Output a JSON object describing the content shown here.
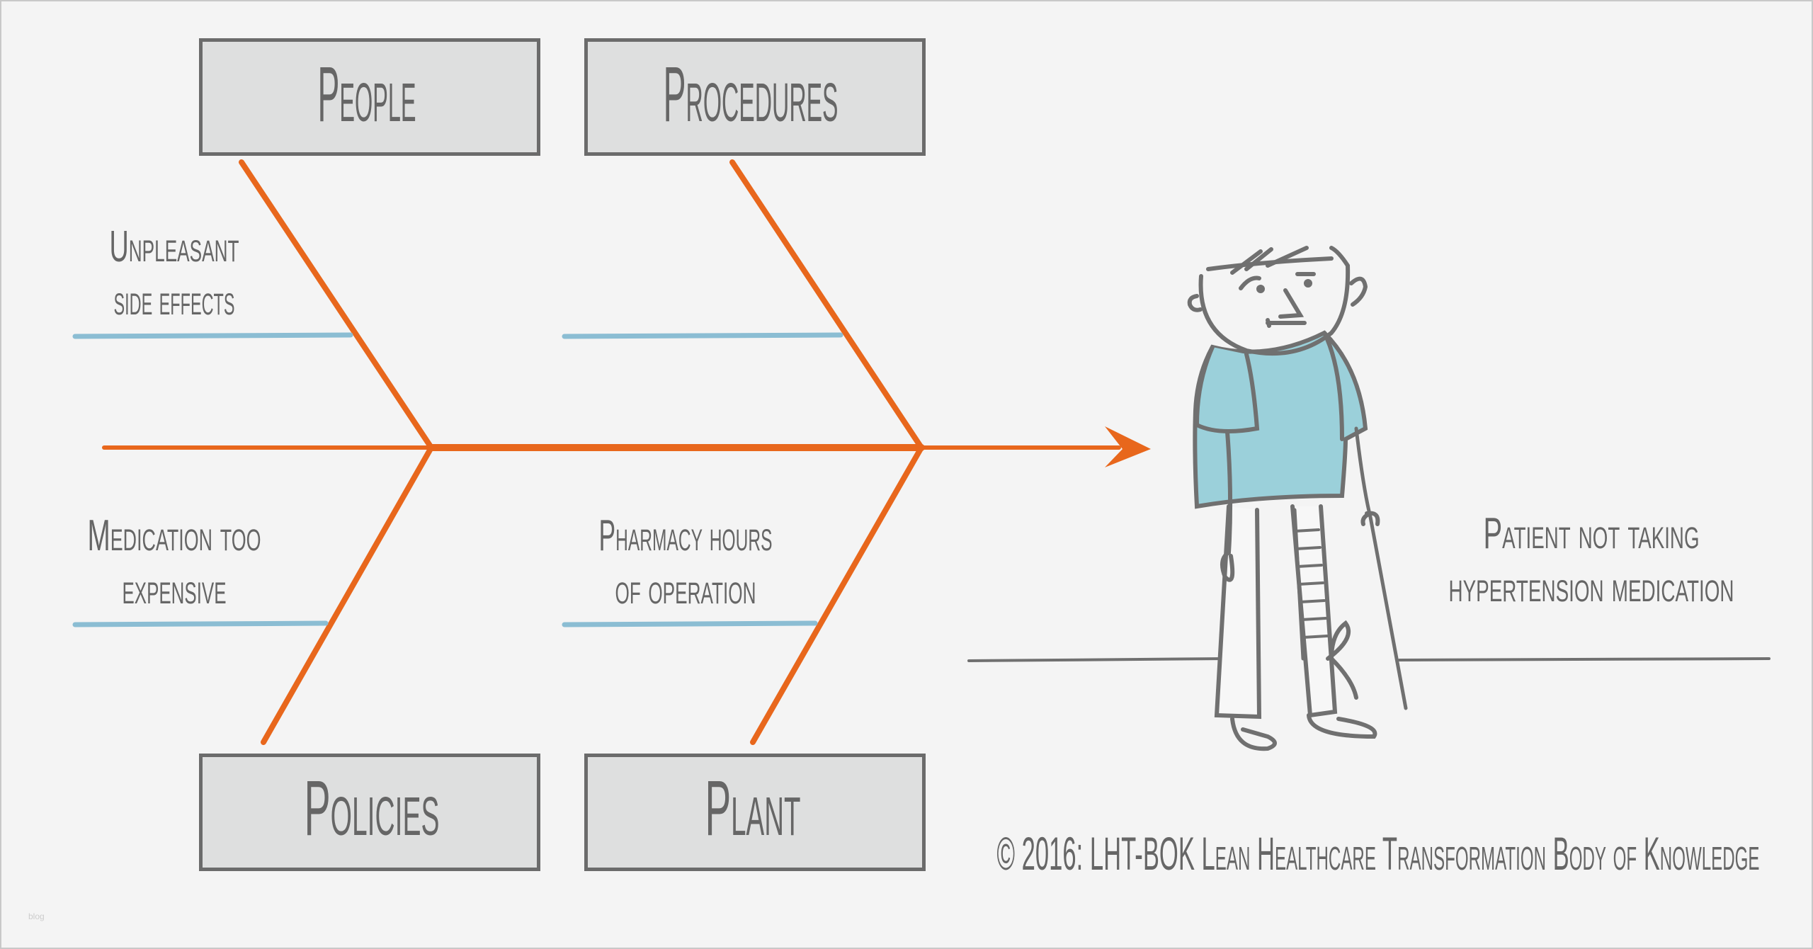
{
  "categories": {
    "people": "People",
    "procedures": "Procedures",
    "policies": "Policies",
    "plant": "Plant"
  },
  "causes": {
    "people": [
      "Unpleasant",
      "side effects"
    ],
    "policies": [
      "Medication too",
      "expensive"
    ],
    "plant": [
      "Pharmacy hours",
      "of operation"
    ]
  },
  "effect": [
    "Patient not taking",
    "hypertension medication"
  ],
  "copyright": "© 2016: LHT-BOK Lean Healthcare Transformation Body of Knowledge",
  "watermark": "blog",
  "colors": {
    "bone": "#e8671c",
    "cause_line": "#8bbdd3",
    "shirt": "#9bd0da",
    "outline": "#707070"
  }
}
